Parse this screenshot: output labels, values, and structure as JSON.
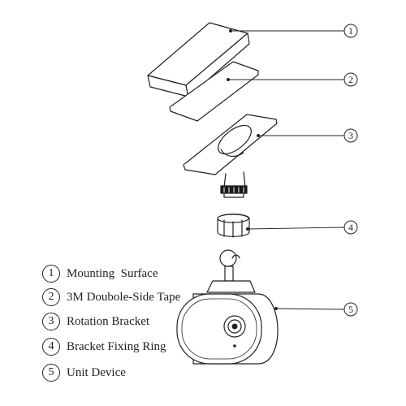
{
  "callouts": [
    {
      "num": "1"
    },
    {
      "num": "2"
    },
    {
      "num": "3"
    },
    {
      "num": "4"
    },
    {
      "num": "5"
    }
  ],
  "legend": [
    {
      "num": "1",
      "label": "Mounting  Surface"
    },
    {
      "num": "2",
      "label": "3M Doubole-Side Tape"
    },
    {
      "num": "3",
      "label": "Rotation Bracket"
    },
    {
      "num": "4",
      "label": "Bracket Fixing Ring"
    },
    {
      "num": "5",
      "label": "Unit Device"
    }
  ]
}
